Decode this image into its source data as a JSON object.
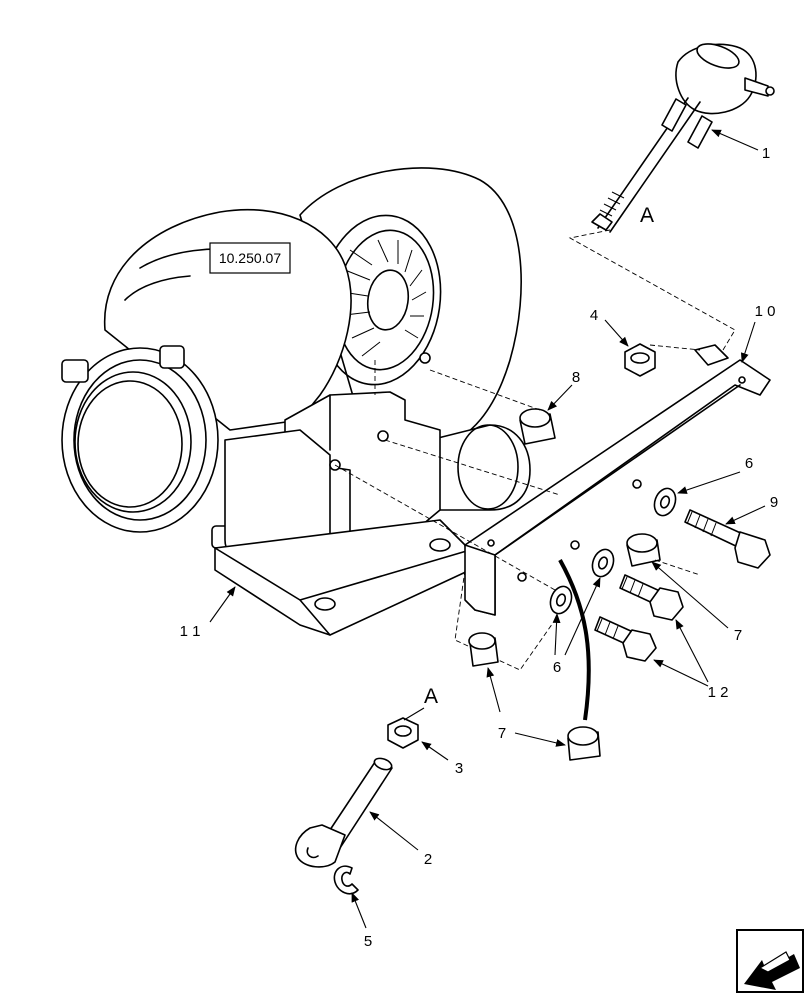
{
  "reference_label": "10.250.07",
  "view_letters": [
    "A",
    "A"
  ],
  "callouts": {
    "c1": "1",
    "c2": "2",
    "c3": "3",
    "c4": "4",
    "c5": "5",
    "c6a": "6",
    "c6b": "6",
    "c7a": "7",
    "c7b": "7",
    "c8": "8",
    "c9": "9",
    "c10": "1 0",
    "c11": "1 1",
    "c12": "1 2"
  },
  "icons": {
    "corner": "arrow-icon"
  }
}
